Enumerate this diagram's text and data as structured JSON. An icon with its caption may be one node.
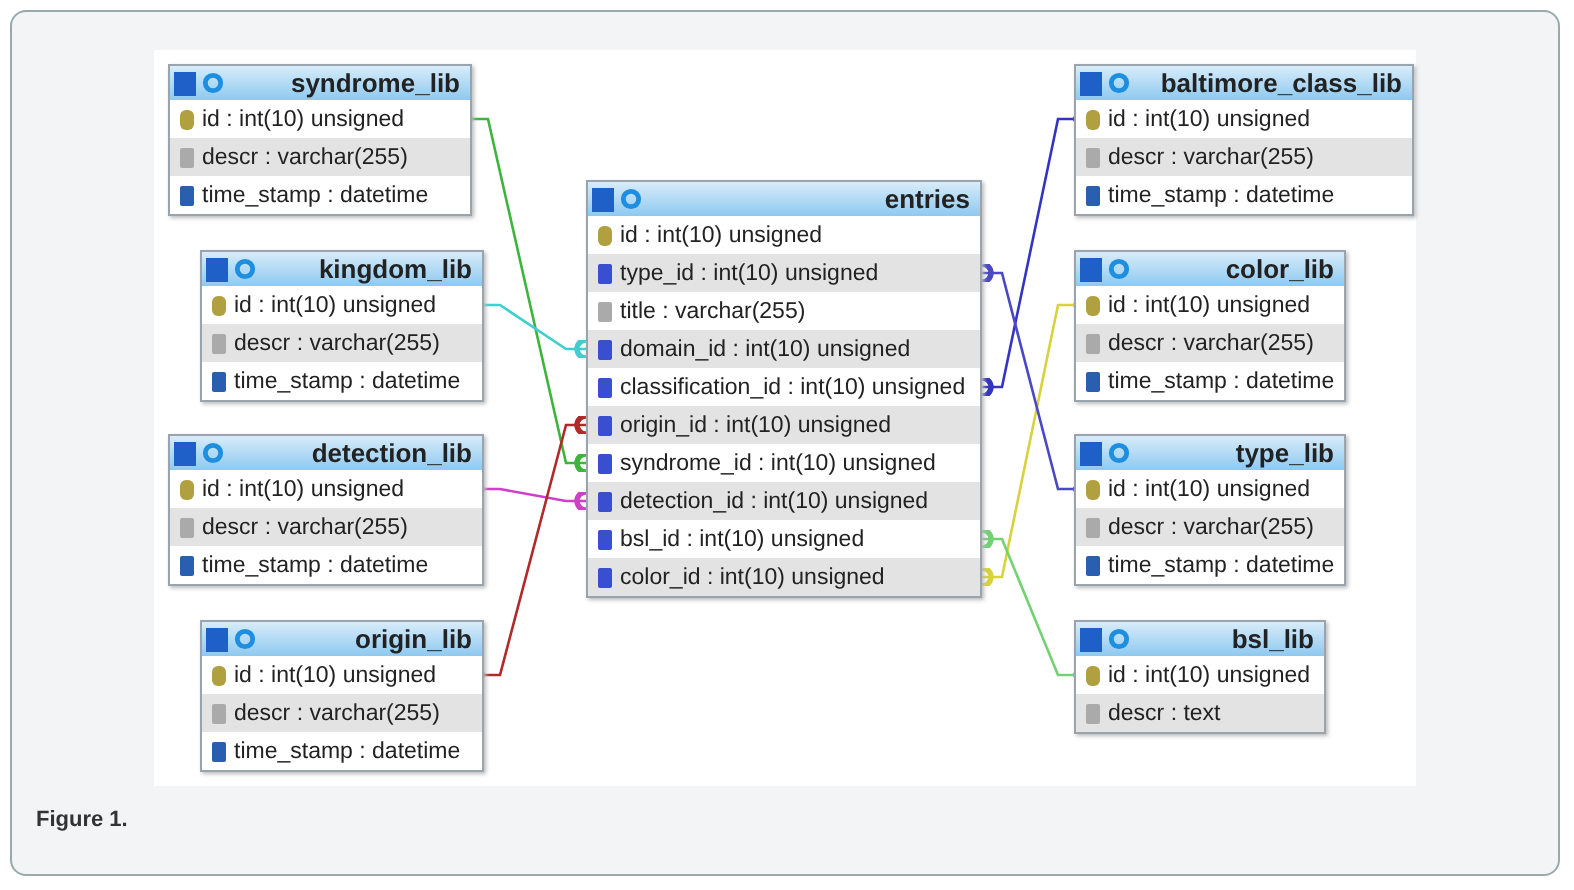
{
  "diagram": {
    "caption": "Figure 1.",
    "nodes": [
      {
        "text": [
          "syndrome_lib",
          "id : int(10) unsigned",
          "descr : varchar(255)",
          "time_stamp : datetime"
        ]
      },
      {
        "text": [
          "kingdom_lib",
          "id : int(10) unsigned",
          "descr : varchar(255)",
          "time_stamp : datetime"
        ]
      },
      {
        "text": [
          "detection_lib",
          "id : int(10) unsigned",
          "descr : varchar(255)",
          "time_stamp : datetime"
        ]
      },
      {
        "text": [
          "origin_lib",
          "id : int(10) unsigned",
          "descr : varchar(255)",
          "time_stamp : datetime"
        ]
      },
      {
        "text": [
          "entries",
          "id : int(10) unsigned",
          "type_id : int(10) unsigned",
          "title : varchar(255)",
          "domain_id : int(10) unsigned",
          "classification_id : int(10) unsigned",
          "origin_id : int(10) unsigned",
          "syndrome_id : int(10) unsigned",
          "detection_id : int(10) unsigned",
          "bsl_id : int(10) unsigned",
          "color_id : int(10) unsigned"
        ]
      },
      {
        "text": [
          "baltimore_class_lib",
          "id : int(10) unsigned",
          "descr : varchar(255)",
          "time_stamp : datetime"
        ]
      },
      {
        "text": [
          "color_lib",
          "id : int(10) unsigned",
          "descr : varchar(255)",
          "time_stamp : datetime"
        ]
      },
      {
        "text": [
          "type_lib",
          "id : int(10) unsigned",
          "descr : varchar(255)",
          "time_stamp : datetime"
        ]
      },
      {
        "text": [
          "bsl_lib",
          "id : int(10) unsigned",
          "descr : text"
        ]
      }
    ],
    "edges": [
      {
        "from": 0,
        "to": 4,
        "arrow": "other",
        "color": "#3db53d"
      },
      {
        "from": 1,
        "to": 4,
        "arrow": "other",
        "color": "#3fcfd0"
      },
      {
        "from": 2,
        "to": 4,
        "arrow": "other",
        "color": "#d03fc8"
      },
      {
        "from": 3,
        "to": 4,
        "arrow": "other",
        "color": "#b02a2a"
      },
      {
        "from": 5,
        "to": 4,
        "arrow": "other",
        "color": "#3434c0"
      },
      {
        "from": 6,
        "to": 4,
        "arrow": "other",
        "color": "#d8d23c"
      },
      {
        "from": 7,
        "to": 4,
        "arrow": "other",
        "color": "#4a48c4"
      },
      {
        "from": 8,
        "to": 4,
        "arrow": "other",
        "color": "#72d272"
      }
    ]
  }
}
